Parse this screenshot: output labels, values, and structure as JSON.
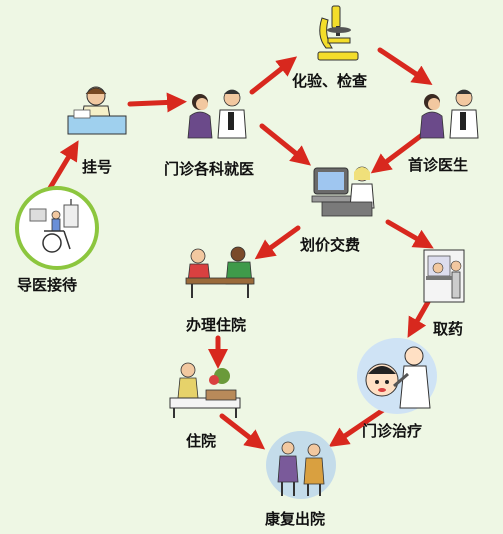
{
  "steps": {
    "reception": "导医接待",
    "register": "挂号",
    "outpatient_dept": "门诊各科就医",
    "lab_tests": "化验、检查",
    "first_doctor": "首诊医生",
    "billing": "划价交费",
    "admission": "办理住院",
    "pharmacy": "取药",
    "inpatient": "住院",
    "outpatient_treatment": "门诊治疗",
    "discharge": "康复出院"
  },
  "colors": {
    "arrow": "#d8281e",
    "background": "#eef7e4",
    "reception_ring": "#8cc63e"
  },
  "icons": {
    "reception": "wheelchair-patient-icon",
    "register": "registration-desk-icon",
    "outpatient_dept": "doctor-consultation-icon",
    "lab_tests": "microscope-icon",
    "first_doctor": "doctor-consultation-icon",
    "billing": "cashier-computer-icon",
    "admission": "admission-desk-icon",
    "pharmacy": "pharmacy-window-icon",
    "inpatient": "hospital-bed-icon",
    "outpatient_treatment": "injection-treatment-icon",
    "discharge": "family-discharge-icon"
  }
}
